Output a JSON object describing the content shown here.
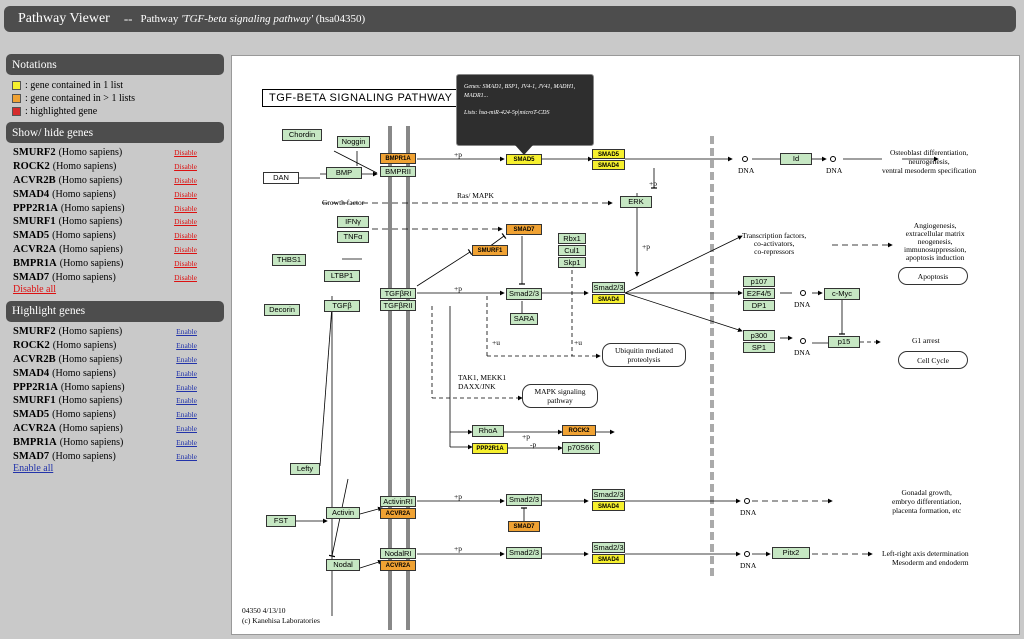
{
  "header": {
    "app_title": "Pathway Viewer",
    "separator": "--",
    "pathway_prefix": "Pathway",
    "pathway_name": "'TGF-beta signaling pathway'",
    "pathway_id": "(hsa04350)"
  },
  "notations": {
    "title": "Notations",
    "items": [
      {
        "label": ": gene contained in 1 list",
        "color": "#f6f02e"
      },
      {
        "label": ": gene contained in > 1 lists",
        "color": "#f0a233"
      },
      {
        "label": ": highlighted gene",
        "color": "#d62b2b"
      }
    ]
  },
  "show_hide": {
    "title": "Show/ hide genes",
    "action_label": "Disable",
    "all_label": "Disable all",
    "genes": [
      {
        "symbol": "SMURF2",
        "species": "(Homo sapiens)"
      },
      {
        "symbol": "ROCK2",
        "species": "(Homo sapiens)"
      },
      {
        "symbol": "ACVR2B",
        "species": "(Homo sapiens)"
      },
      {
        "symbol": "SMAD4",
        "species": "(Homo sapiens)"
      },
      {
        "symbol": "PPP2R1A",
        "species": "(Homo sapiens)"
      },
      {
        "symbol": "SMURF1",
        "species": "(Homo sapiens)"
      },
      {
        "symbol": "SMAD5",
        "species": "(Homo sapiens)"
      },
      {
        "symbol": "ACVR2A",
        "species": "(Homo sapiens)"
      },
      {
        "symbol": "BMPR1A",
        "species": "(Homo sapiens)"
      },
      {
        "symbol": "SMAD7",
        "species": "(Homo sapiens)"
      }
    ]
  },
  "highlight": {
    "title": "Highlight genes",
    "action_label": "Enable",
    "all_label": "Enable all",
    "genes": [
      {
        "symbol": "SMURF2",
        "species": "(Homo sapiens)"
      },
      {
        "symbol": "ROCK2",
        "species": "(Homo sapiens)"
      },
      {
        "symbol": "ACVR2B",
        "species": "(Homo sapiens)"
      },
      {
        "symbol": "SMAD4",
        "species": "(Homo sapiens)"
      },
      {
        "symbol": "PPP2R1A",
        "species": "(Homo sapiens)"
      },
      {
        "symbol": "SMURF1",
        "species": "(Homo sapiens)"
      },
      {
        "symbol": "SMAD5",
        "species": "(Homo sapiens)"
      },
      {
        "symbol": "ACVR2A",
        "species": "(Homo sapiens)"
      },
      {
        "symbol": "BMPR1A",
        "species": "(Homo sapiens)"
      },
      {
        "symbol": "SMAD7",
        "species": "(Homo sapiens)"
      }
    ]
  },
  "diagram": {
    "title": "TGF-BETA SIGNALING PATHWAY",
    "tooltip_genes": "Genes: SMAD1, BSP1, JV4-1, JV41, MADH1, MADR1...",
    "tooltip_lists": "Lists: hsa-miR-424-5p|microT-CDS",
    "footer_id": "04350 4/13/10",
    "footer_copy": "(c) Kanehisa Laboratories",
    "genes": {
      "chordin": "Chordin",
      "noggin": "Noggin",
      "dan": "DAN",
      "bmp": "BMP",
      "bmpr1a": "BMPR1A",
      "bmprii": "BMPRII",
      "smad5": "SMAD5",
      "smad5b": "SMAD5",
      "smad4a": "SMAD4",
      "id": "Id",
      "erk": "ERK",
      "ifng": "IFNγ",
      "tnfa": "TNFα",
      "smad7a": "SMAD7",
      "smurf1": "SMURF1",
      "rbx1": "Rbx1",
      "cul1": "Cul1",
      "skp1": "Skp1",
      "thbs1": "THBS1",
      "ltbp1": "LTBP1",
      "decorin": "Decorin",
      "tgfb": "TGFβ",
      "tgfbri": "TGFβRI",
      "tgfbrii": "TGFβRII",
      "smad23a": "Smad2/3",
      "sara": "SARA",
      "smad23b": "Smad2/3",
      "smad4b": "SMAD4",
      "p107": "p107",
      "e2f45": "E2F4/5",
      "dp1": "DP1",
      "cmyc": "c-Myc",
      "p300": "p300",
      "sp1": "SP1",
      "p15": "p15",
      "rhoa": "RhoA",
      "rock2": "ROCK2",
      "ppp2r1a": "PPP2R1A",
      "p70s6k": "p70S6K",
      "lefty": "Lefty",
      "fst": "FST",
      "activin": "Activin",
      "activinri": "ActivinRI",
      "acvr2a": "ACVR2A",
      "smad23c": "Smad2/3",
      "smad23d": "Smad2/3",
      "smad4c": "SMAD4",
      "smad7b": "SMAD7",
      "nodal": "Nodal",
      "nodalri": "NodalRI",
      "acvr2a2": "ACVR2A",
      "smad23e": "Smad2/3",
      "smad23f": "Smad2/3",
      "smad4d": "SMAD4",
      "pitx2": "Pitx2"
    },
    "labels": {
      "p1": "+p",
      "p2": "+p",
      "p3": "+p",
      "p4": "+p",
      "p5": "+p",
      "p6": "+p",
      "p7": "+p",
      "u1": "+u",
      "u2": "+u",
      "minus_p": "-p",
      "ras": "Ras/ MAPK",
      "growth": "Growth factor",
      "tak": "TAK1, MEKK1\nDAXX/JNK",
      "tf": "Transcription factors,\nco-activators,\nco-repressors",
      "osteo": "Osteoblast differentiation,\nneurogenesis,\nventral mesoderm specification",
      "angio": "Angiogenesis,\nextracellular matrix\nneogenesis,\nimmunosuppression,\napoptosis induction",
      "g1": "G1 arrest",
      "gonadal": "Gonadal growth,\nembryo differentiation,\nplacenta formation, etc",
      "leftright": "Left-right axis determination\nMesoderm and endoderm",
      "dna": "DNA"
    },
    "boxes": {
      "apoptosis": "Apoptosis",
      "cellcycle": "Cell Cycle",
      "ubiq": "Ubiquitin mediated\nproteolysis",
      "mapk": "MAPK signaling\npathway"
    }
  }
}
